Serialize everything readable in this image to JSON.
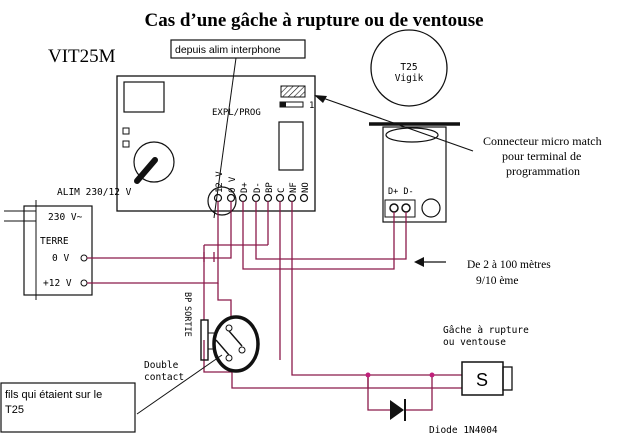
{
  "title": "Cas d’une gâche à rupture ou de ventouse",
  "module": {
    "name": "VIT25M",
    "expl_prog_label": "EXPL/PROG",
    "expl_prog_marker": "1",
    "terminals": [
      "12 V",
      "0 V",
      "D+",
      "D-",
      "BP",
      "C",
      "NF",
      "NO"
    ]
  },
  "psu": {
    "title": "ALIM 230/12 V",
    "line1": "230 V~",
    "line2": "TERRE",
    "line3": "0 V",
    "line4": "+12 V"
  },
  "t25": {
    "line1": "T25",
    "line2": "Vigik",
    "terminals": "D+ D-"
  },
  "callouts": {
    "depuis_alim": "depuis alim interphone",
    "connecteur": [
      "Connecteur micro match",
      "pour terminal de",
      "programmation"
    ],
    "distance": [
      "De 2 à 100 mètres",
      "9/10 ème"
    ],
    "fils": [
      "fils qui étaient sur le",
      "T25"
    ]
  },
  "bp": {
    "label1": "BP",
    "label2": "SORTIE",
    "double1": "Double",
    "double2": "contact"
  },
  "gache": {
    "line1": "Gâche à rupture",
    "line2": "ou ventouse",
    "symbol": "S"
  },
  "diode": "Diode 1N4004",
  "colors": {
    "wire": "#8b1a4a",
    "line": "#111111",
    "junction": "#c0207a"
  }
}
